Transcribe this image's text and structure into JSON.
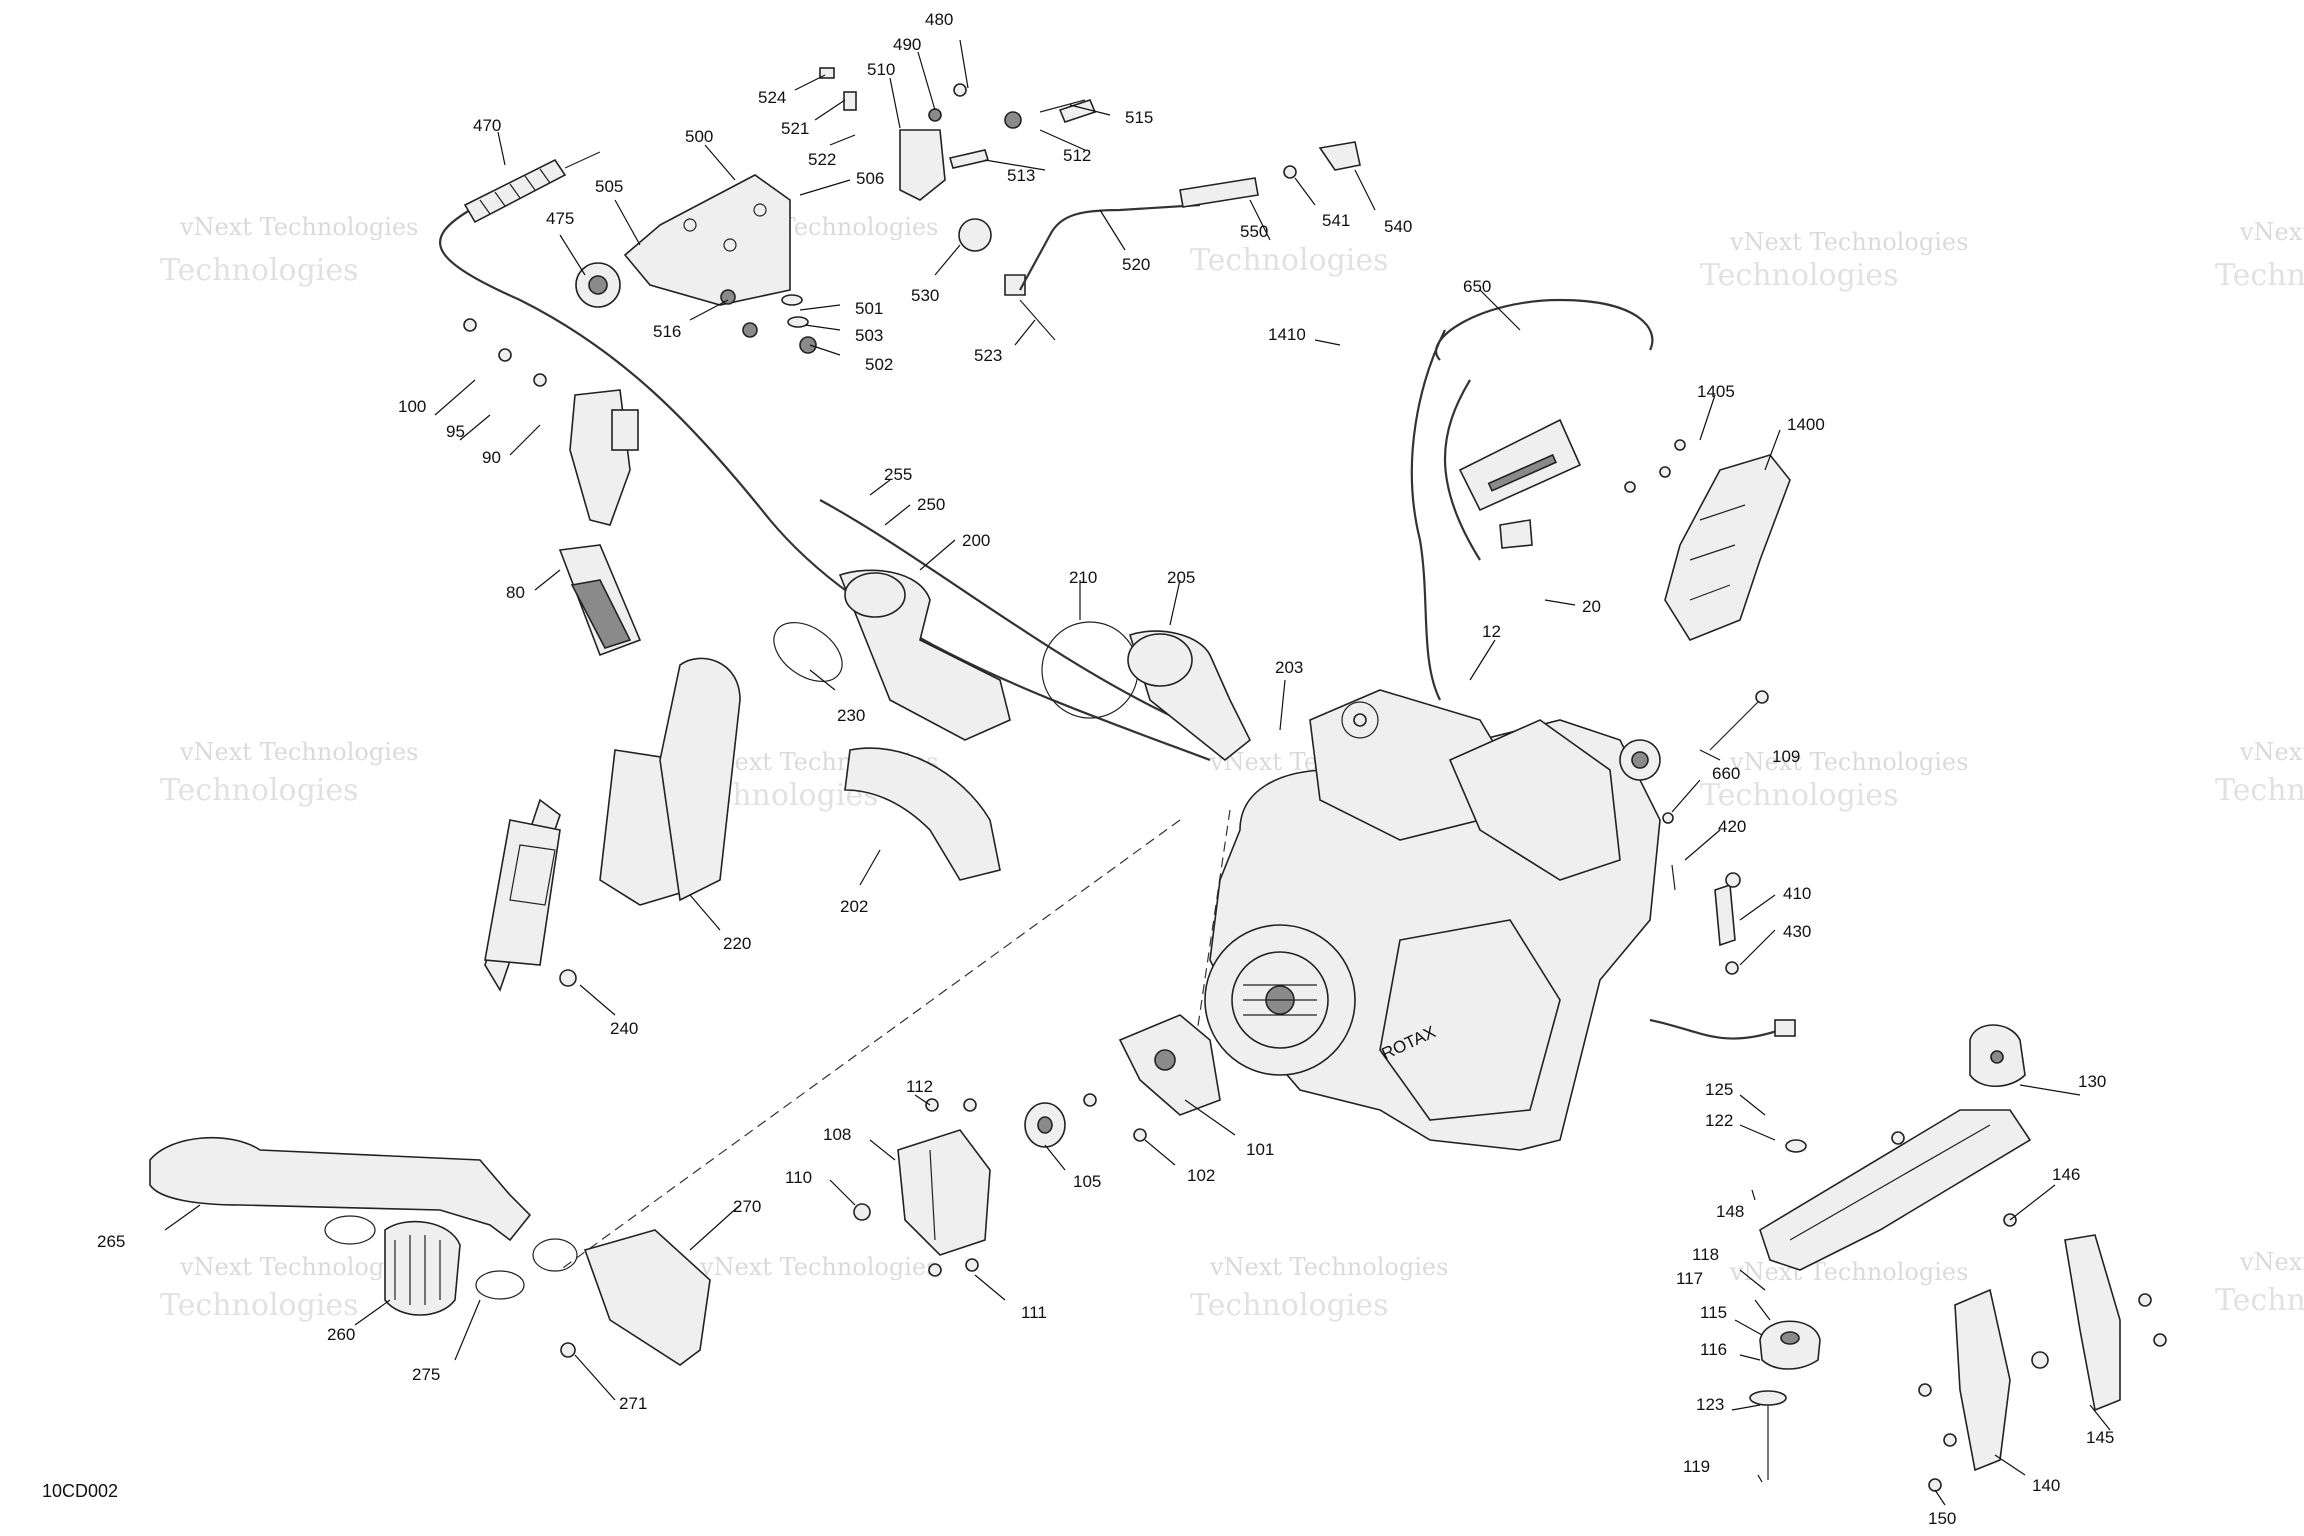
{
  "diagram": {
    "doc_code": "10CD002",
    "brand_mark": "ROTAX",
    "watermark_line1": "vNext Technologies",
    "watermark_line2": "Technologies",
    "callouts": {
      "p480": "480",
      "p490": "490",
      "p510": "510",
      "p524": "524",
      "p521": "521",
      "p522": "522",
      "p506": "506",
      "p500": "500",
      "p505": "505",
      "p470": "470",
      "p475": "475",
      "p516": "516",
      "p501": "501",
      "p503": "503",
      "p502": "502",
      "p515": "515",
      "p512": "512",
      "p513": "513",
      "p530": "530",
      "p520": "520",
      "p523": "523",
      "p540": "540",
      "p541": "541",
      "p550": "550",
      "p650": "650",
      "p1410": "1410",
      "p1405": "1405",
      "p1400": "1400",
      "p20": "20",
      "p12": "12",
      "p100": "100",
      "p95": "95",
      "p90": "90",
      "p80": "80",
      "p255": "255",
      "p250": "250",
      "p200": "200",
      "p210": "210",
      "p205": "205",
      "p203": "203",
      "p230": "230",
      "p220": "220",
      "p202": "202",
      "p240": "240",
      "p109": "109",
      "p660": "660",
      "p420": "420",
      "p410": "410",
      "p430": "430",
      "p112": "112",
      "p108": "108",
      "p110": "110",
      "p111": "111",
      "p105": "105",
      "p102": "102",
      "p101": "101",
      "p125": "125",
      "p122": "122",
      "p130": "130",
      "p148": "148",
      "p146": "146",
      "p118": "118",
      "p117": "117",
      "p115": "115",
      "p116": "116",
      "p123": "123",
      "p119": "119",
      "p145": "145",
      "p140": "140",
      "p150": "150",
      "p265": "265",
      "p260": "260",
      "p275": "275",
      "p270": "270",
      "p271": "271"
    }
  }
}
